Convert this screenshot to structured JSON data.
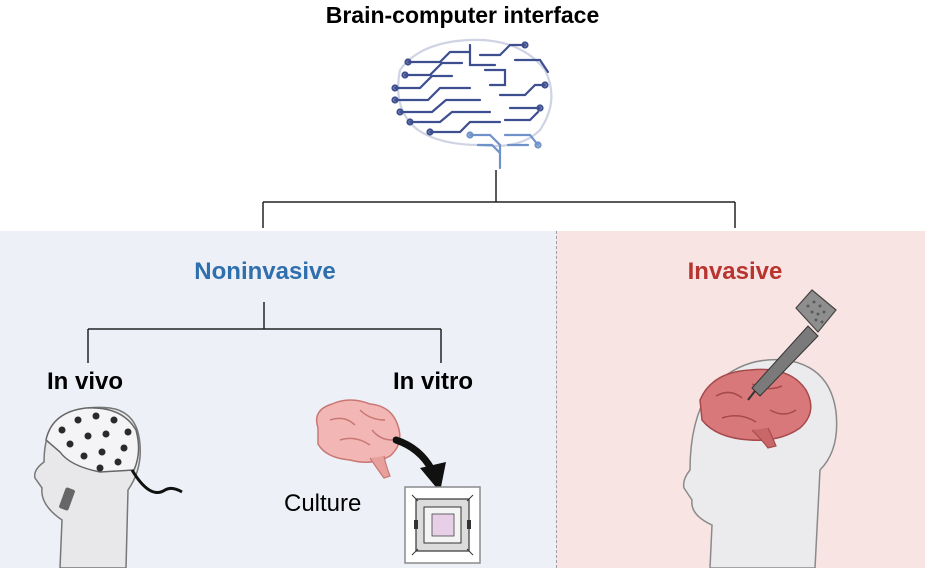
{
  "title": "Brain-computer interface",
  "noninvasive": {
    "label": "Noninvasive",
    "in_vivo": "In vivo",
    "in_vitro": "In vitro",
    "culture": "Culture"
  },
  "invasive": {
    "label": "Invasive"
  },
  "colors": {
    "noninvasive": "#2f6fad",
    "invasive": "#b8342f",
    "noninvasive_bg": "#edf0f6",
    "invasive_bg": "#f8e4e3",
    "circuit": "#3e4f8f",
    "circuit_light": "#6f93c8"
  },
  "icons": [
    "circuit-brain-icon",
    "eeg-cap-head-icon",
    "brain-icon",
    "microelectrode-array-chip-icon",
    "arrow-icon",
    "implant-head-icon",
    "implant-probe-icon"
  ]
}
